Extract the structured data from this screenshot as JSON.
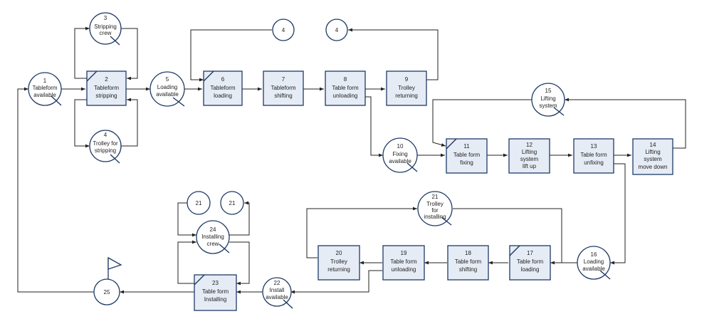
{
  "nodes": {
    "n1": {
      "num": "1",
      "lines": [
        "Tableform",
        "available"
      ]
    },
    "n2": {
      "num": "2",
      "lines": [
        "Tableform",
        "stripping"
      ]
    },
    "n3": {
      "num": "3",
      "lines": [
        "Stripping",
        "crew"
      ]
    },
    "n4a": {
      "num": "4",
      "lines": [
        "Trolley for",
        "stripping"
      ]
    },
    "n5": {
      "num": "5",
      "lines": [
        "Loading",
        "available"
      ]
    },
    "n6": {
      "num": "6",
      "lines": [
        "Tableform",
        "loading"
      ]
    },
    "n7": {
      "num": "7",
      "lines": [
        "Tableform",
        "shifting"
      ]
    },
    "n8": {
      "num": "8",
      "lines": [
        "Table form",
        "unloading"
      ]
    },
    "n9": {
      "num": "9",
      "lines": [
        "Trolley",
        "returning"
      ]
    },
    "n4b": {
      "num": "4",
      "lines": []
    },
    "n4c": {
      "num": "4",
      "lines": []
    },
    "n10": {
      "num": "10",
      "lines": [
        "Fixing",
        "available"
      ]
    },
    "n11": {
      "num": "11",
      "lines": [
        "Table form",
        "fixing"
      ]
    },
    "n12": {
      "num": "12",
      "lines": [
        "Lifting",
        "system",
        "lift up"
      ]
    },
    "n13": {
      "num": "13",
      "lines": [
        "Table form",
        "unfixing"
      ]
    },
    "n14": {
      "num": "14",
      "lines": [
        "Lifting",
        "system",
        "move down"
      ]
    },
    "n15": {
      "num": "15",
      "lines": [
        "Lifting",
        "system"
      ]
    },
    "n16": {
      "num": "16",
      "lines": [
        "Loading",
        "available"
      ]
    },
    "n17": {
      "num": "17",
      "lines": [
        "Table form",
        "loading"
      ]
    },
    "n18": {
      "num": "18",
      "lines": [
        "Table form",
        "shifting"
      ]
    },
    "n19": {
      "num": "19",
      "lines": [
        "Table form",
        "unloading"
      ]
    },
    "n20": {
      "num": "20",
      "lines": [
        "Trolley",
        "returning"
      ]
    },
    "n21a": {
      "num": "21",
      "lines": [
        "Trolley",
        "for",
        "installing"
      ]
    },
    "n21b": {
      "num": "21",
      "lines": []
    },
    "n21c": {
      "num": "21",
      "lines": []
    },
    "n22": {
      "num": "22",
      "lines": [
        "Install",
        "available"
      ]
    },
    "n23": {
      "num": "23",
      "lines": [
        "Table form",
        "Installing"
      ]
    },
    "n24": {
      "num": "24",
      "lines": [
        "Installing",
        "crew"
      ]
    },
    "n25": {
      "num": "25",
      "lines": []
    }
  }
}
